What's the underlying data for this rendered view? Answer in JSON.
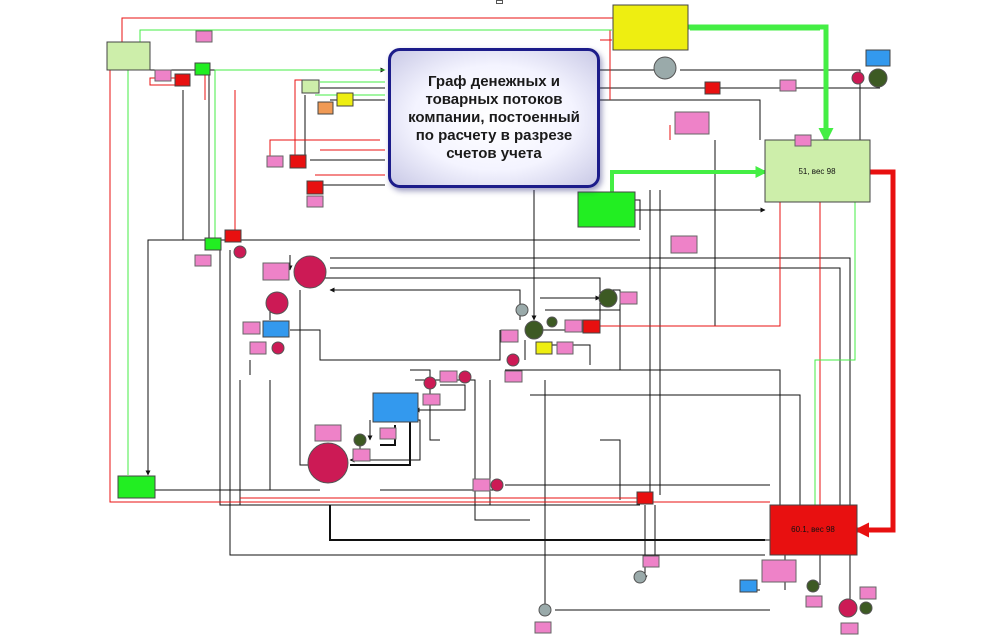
{
  "title": "Граф денежных и\nтоварных потоков\nкомпании, постоенный\nпо расчету в разрезе\nсчетов учета",
  "labels": {
    "n51": "51, вес 98",
    "n601": "60.1, вес 98"
  },
  "colors": {
    "red": "#e81010",
    "magenta": "#cc1a55",
    "pink": "#ee82c8",
    "lightgreen": "#cdeeaa",
    "green": "#22ee22",
    "yellow": "#eeee11",
    "blue": "#3399ee",
    "olive": "#3d5a23",
    "grey": "#9aaaaa",
    "orange": "#f09a55",
    "line": "#111111",
    "greenline": "#44ee44",
    "redline": "#e81010"
  }
}
